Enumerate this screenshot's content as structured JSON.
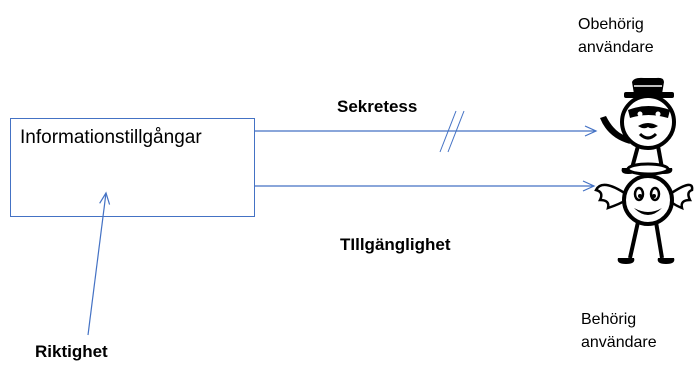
{
  "diagram": {
    "box_label": "Informationstillgångar",
    "edges": {
      "sekretess": "Sekretess",
      "tillganglighet": "TIllgänglighet",
      "riktighet": "Riktighet"
    },
    "users": {
      "unauthorized": {
        "line1": "Obehörig",
        "line2": "användare",
        "icon": "villain-figure-icon"
      },
      "authorized": {
        "line1": "Behörig",
        "line2": "användare",
        "icon": "angel-figure-icon"
      }
    },
    "colors": {
      "arrow": "#4472c4",
      "box_border": "#4472c4",
      "figure": "#000000"
    }
  }
}
